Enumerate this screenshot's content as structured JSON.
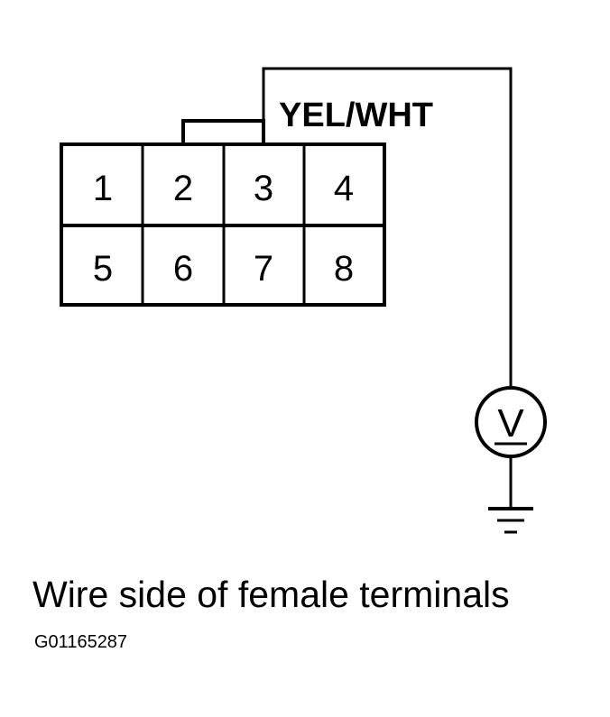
{
  "connector": {
    "pins": [
      "1",
      "2",
      "3",
      "4",
      "5",
      "6",
      "7",
      "8"
    ]
  },
  "wire": {
    "label": "YEL/WHT"
  },
  "meter": {
    "symbol": "V"
  },
  "caption": "Wire side of female terminals",
  "figure_id": "G01165287"
}
